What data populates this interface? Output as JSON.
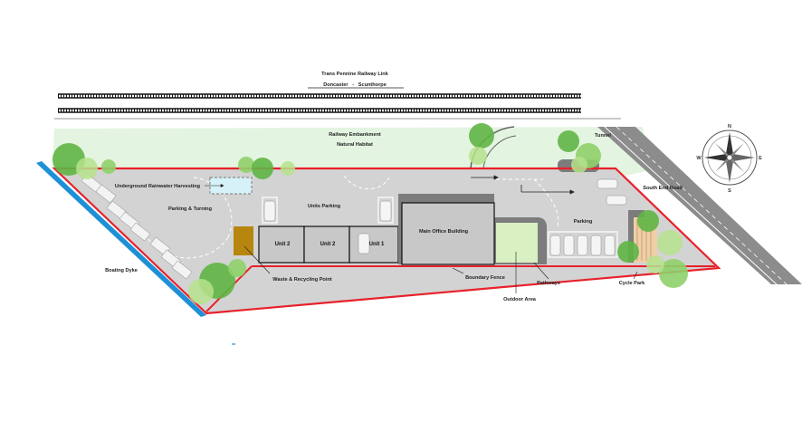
{
  "title": {
    "line1": "Trans Pennine Railway Link",
    "line2": "Doncaster   -   Scunthorpe"
  },
  "labels": {
    "embankment": "Railway Embankment",
    "habitat": "Natural Habitat",
    "tunnel": "Tunnel",
    "road": "South End Road",
    "rainwater": "Underground Rainwater Harvesting",
    "parking_turning": "Parking & Turning",
    "units_parking": "Units Parking",
    "parking": "Parking",
    "main_office": "Main Office Building",
    "boating_dyke": "Boating Dyke",
    "waste": "Waste & Recycling Point",
    "fence": "Boundary Fence",
    "outdoor": "Outdoor Area",
    "pathways": "Pathways",
    "cycle_park": "Cycle Park"
  },
  "units": [
    "Unit 2",
    "Unit 2",
    "Unit 1"
  ],
  "compass": {
    "north": "N",
    "south": "S",
    "east": "E",
    "west": "W"
  },
  "colors": {
    "boundary": "#e8212b",
    "site_ground": "#d3d3d3",
    "building": "#c8c8c8",
    "dark_gray": "#7c7c7c",
    "grass": "#e3f5e1",
    "water": "#1e90d6",
    "waste_point": "#b7860f",
    "outdoor_area": "#d9f0c2",
    "rainwater_tank": "#d6f1f7"
  }
}
